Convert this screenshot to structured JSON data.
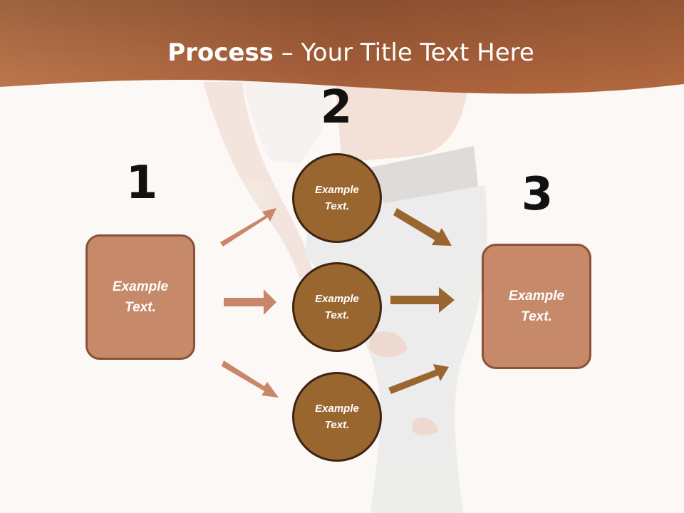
{
  "title": {
    "bold": "Process",
    "rest": " – Your Title Text Here"
  },
  "steps": {
    "one": "1",
    "two": "2",
    "three": "3"
  },
  "left_box": {
    "text": "Example Text."
  },
  "right_box": {
    "text": "Example Text."
  },
  "circles": [
    {
      "text": "Example Text."
    },
    {
      "text": "Example Text."
    },
    {
      "text": "Example Text."
    }
  ],
  "colors": {
    "banner": "#b5673e",
    "box_fill": "#c6896a",
    "circle_fill": "#9a6630",
    "arrow_left": "#c8876a",
    "arrow_right": "#9a6630",
    "background": "#fbf8f6"
  }
}
